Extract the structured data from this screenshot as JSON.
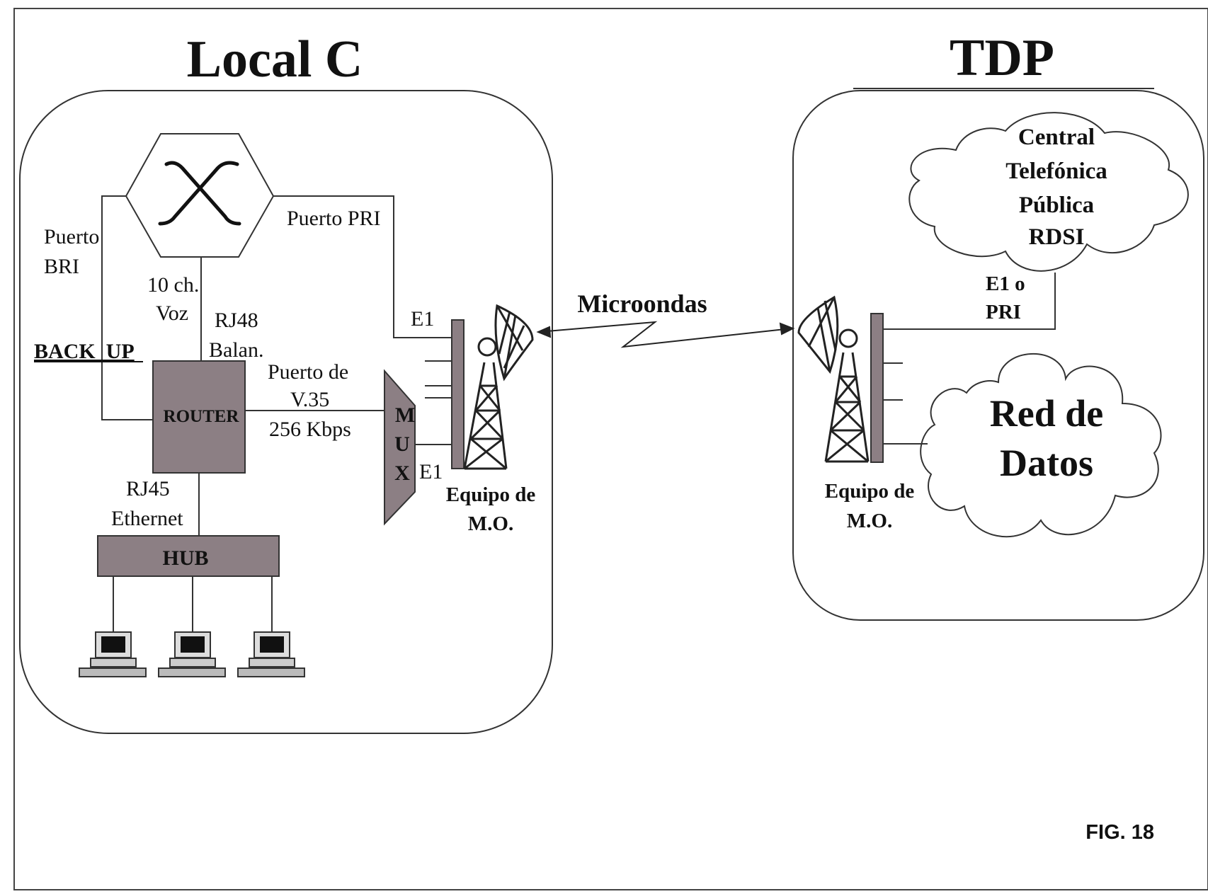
{
  "titles": {
    "left": "Local C",
    "right": "TDP"
  },
  "switch": {
    "port_bri_line1": "Puerto",
    "port_bri_line2": "BRI",
    "port_pri": "Puerto PRI",
    "voice_line1": "10 ch.",
    "voice_line2": "Voz",
    "rj48_line1": "RJ48",
    "rj48_line2": "Balan."
  },
  "backup": "BACK  UP",
  "router": {
    "label": "ROUTER",
    "port_line1": "Puerto de",
    "port_line2": "V.35",
    "speed": "256 Kbps",
    "rj45_line1": "RJ45",
    "rj45_line2": "Ethernet"
  },
  "hub": {
    "label": "HUB"
  },
  "mux": {
    "letters": [
      "M",
      "U",
      "X"
    ]
  },
  "e1_top": "E1",
  "e1_bottom": "E1",
  "mo_left": {
    "line1": "Equipo de",
    "line2": "M.O."
  },
  "link": "Microondas",
  "mo_right": {
    "line1": "Equipo de",
    "line2": "M.O."
  },
  "central": {
    "lines": [
      "Central",
      "Telefónica",
      "Pública",
      "RDSI"
    ]
  },
  "e1_pri": {
    "line1": "E1 o",
    "line2": "PRI"
  },
  "data_net": {
    "line1": "Red de",
    "line2": "Datos"
  },
  "figure_label": "FIG. 18",
  "colors": {
    "device_fill": "#8c7f84",
    "line": "#333333",
    "background": "#ffffff"
  }
}
